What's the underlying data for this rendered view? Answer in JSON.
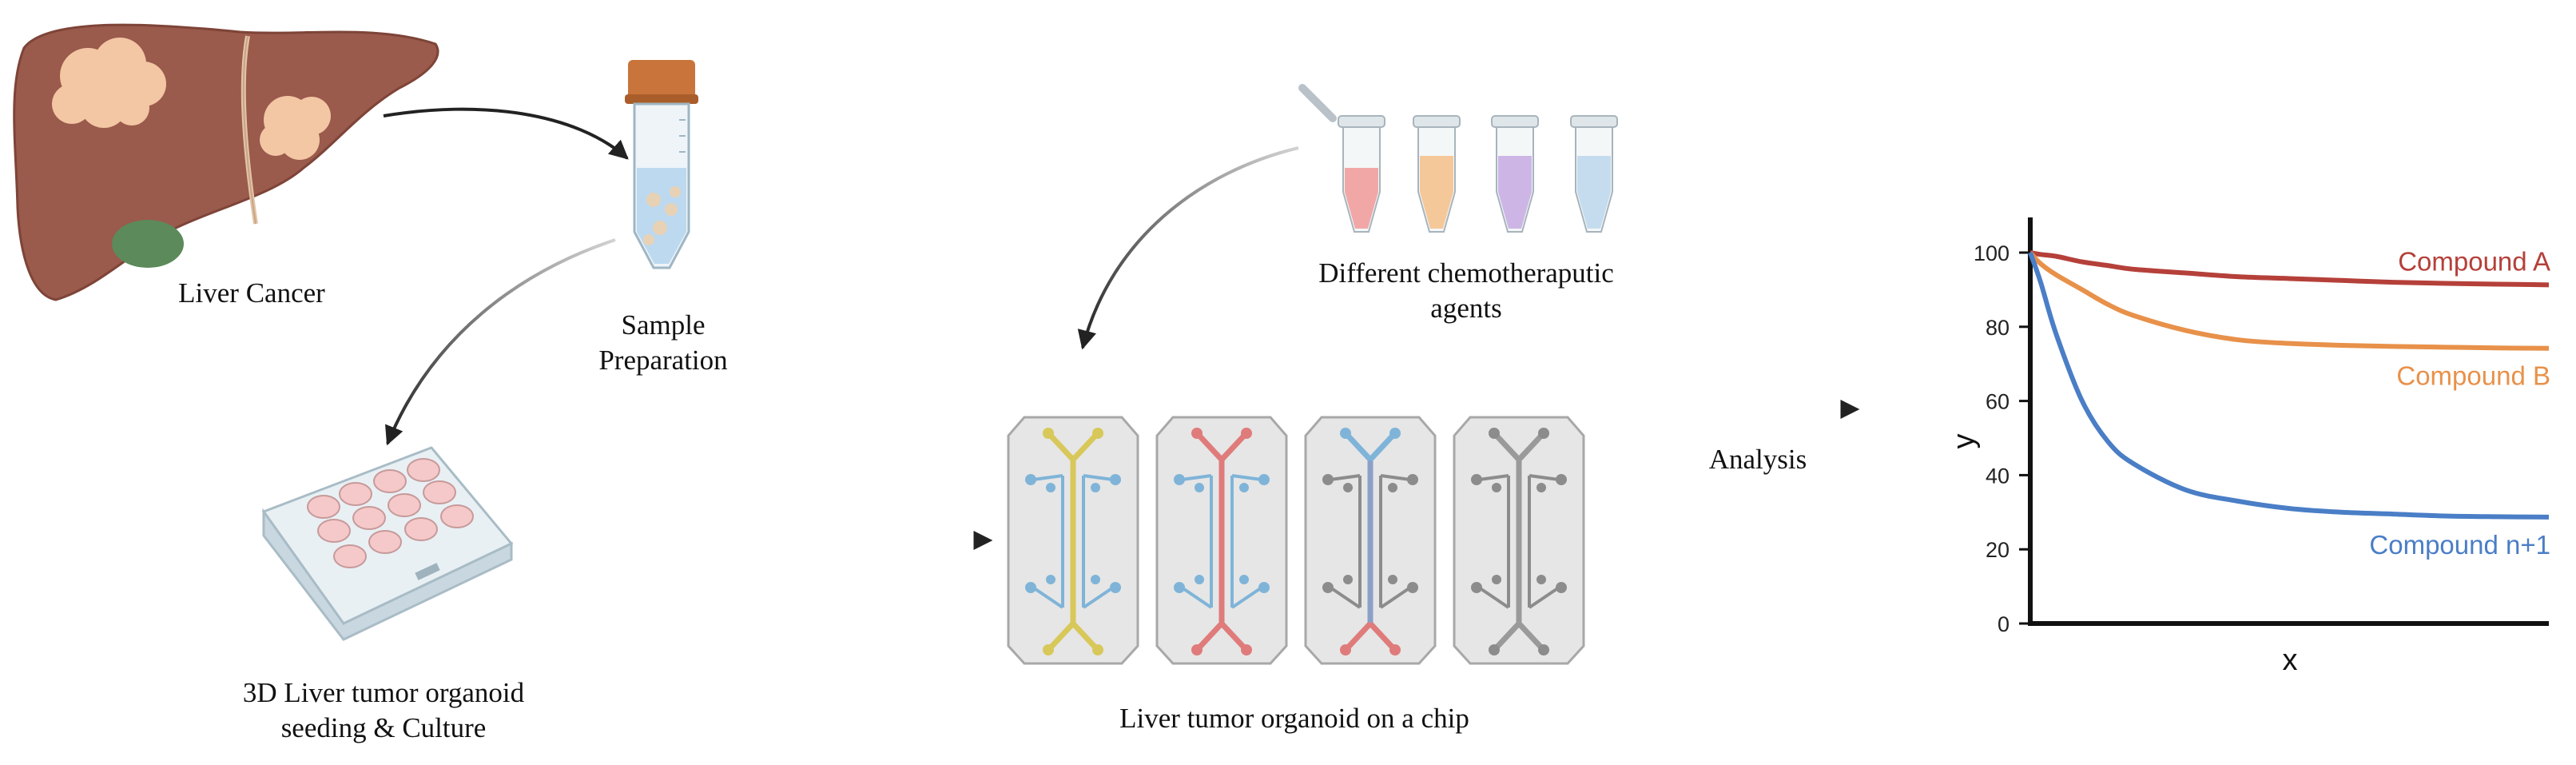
{
  "labels": {
    "liver_cancer": "Liver Cancer",
    "sample_prep_line1": "Sample",
    "sample_prep_line2": "Preparation",
    "seeding_line1": "3D Liver tumor organoid",
    "seeding_line2": "seeding & Culture",
    "chip": "Liver tumor organoid on a chip",
    "agents_line1": "Different chemotheraputic",
    "agents_line2": "agents",
    "analysis": "Analysis"
  },
  "colors": {
    "liver": "#9a5a4c",
    "tumor": "#f3c6a4",
    "tube_cap": "#c8743a",
    "tube_liquid": "#bcd9ef",
    "plate": "#d8e6ee",
    "well": "#f5c9c9",
    "chip_bg": "#e6e6e6",
    "chip_yellow": "#d8c85a",
    "chip_red": "#e07b7b",
    "chip_blue": "#7fb4d8",
    "chip_grey": "#8c8c8c",
    "vial_red": "#f2a7a7",
    "vial_orange": "#f5c89a",
    "vial_purple": "#cdb6e6",
    "vial_blue": "#c5dcef"
  },
  "chart_data": {
    "type": "line",
    "title": "",
    "xlabel": "x",
    "ylabel": "y",
    "ylim": [
      0,
      100
    ],
    "y_ticks": [
      "100",
      "80",
      "60",
      "40",
      "20",
      "0"
    ],
    "x_ticks": [],
    "grid": false,
    "x": [
      0,
      0.02,
      0.05,
      0.1,
      0.15,
      0.2,
      0.3,
      0.4,
      0.5,
      0.6,
      0.7,
      0.8,
      0.9,
      1.0
    ],
    "series": [
      {
        "name": "Compound A",
        "color": "#b5403a",
        "values": [
          100,
          99.5,
          99,
          97.5,
          96.5,
          95.5,
          94.5,
          93.5,
          93,
          92.5,
          92,
          91.7,
          91.5,
          91.3
        ]
      },
      {
        "name": "Compound B",
        "color": "#e8914a",
        "values": [
          100,
          97,
          94,
          90,
          86,
          83,
          79,
          76.5,
          75.5,
          75,
          74.7,
          74.5,
          74.3,
          74.2
        ]
      },
      {
        "name": "Compound n+1",
        "color": "#4a7ec6",
        "values": [
          100,
          92,
          78,
          60,
          49,
          43,
          36,
          33,
          31,
          30,
          29.5,
          29,
          28.8,
          28.7
        ]
      }
    ]
  }
}
